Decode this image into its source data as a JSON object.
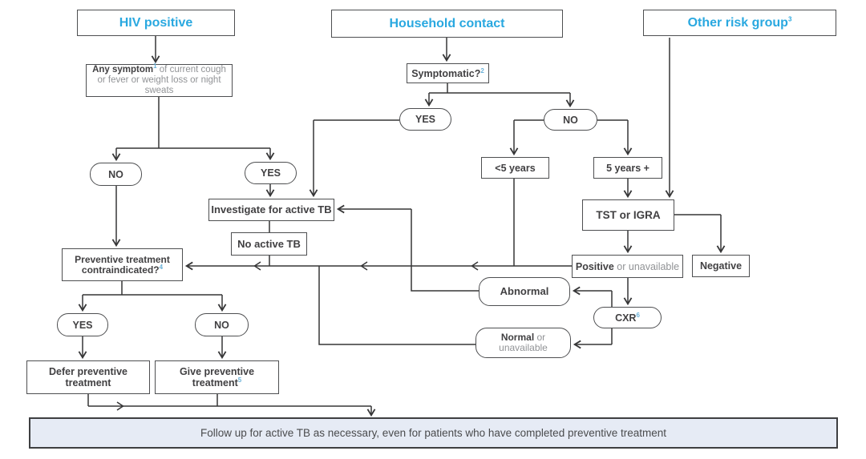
{
  "flowchart": {
    "headers": {
      "hiv": "HIV positive",
      "household": "Household contact",
      "other": "Other risk group",
      "other_footnote": "3"
    },
    "nodes": {
      "any_symptom": {
        "bold": "Any symptom",
        "footnote": "1",
        "rest": " of current cough or fever or weight loss or night sweats"
      },
      "symptomatic": {
        "label": "Symptomatic?",
        "footnote": "2"
      },
      "yes_household": "YES",
      "no_household": "NO",
      "under5": "<5 years",
      "over5": "5 years +",
      "tst": "TST or IGRA",
      "positive": {
        "bold": "Positive",
        "rest": " or unavailable"
      },
      "negative": "Negative",
      "cxr": {
        "label": "CXR",
        "footnote": "6"
      },
      "abnormal": "Abnormal",
      "normal": {
        "bold": "Normal",
        "rest": " or",
        "line2": "unavailable"
      },
      "no_hiv": "NO",
      "yes_hiv": "YES",
      "investigate": "Investigate for active TB",
      "no_active_tb": "No active TB",
      "contraindicated": {
        "line1": "Preventive treatment",
        "line2": "contraindicated?",
        "footnote": "4"
      },
      "yes_contra": "YES",
      "no_contra": "NO",
      "defer": {
        "line1": "Defer preventive",
        "line2": "treatment"
      },
      "give": {
        "line1": "Give preventive",
        "line2": "treatment",
        "footnote": "5"
      },
      "followup": "Follow up for active TB as necessary, even for patients who have completed preventive treatment"
    },
    "colors": {
      "accent_cyan": "#29a8e0",
      "text_dark": "#414042",
      "text_gray": "#919396",
      "line": "#363637",
      "bar_fill": "#e6ebf5"
    }
  }
}
